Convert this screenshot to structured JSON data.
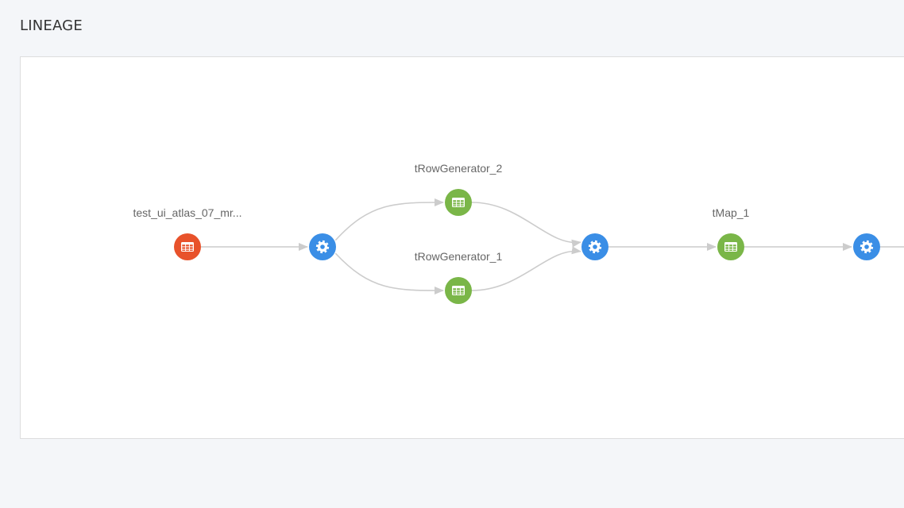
{
  "section": {
    "title": "LINEAGE"
  },
  "colors": {
    "edge": "#cccccc",
    "dataset_input": "#e8522b",
    "dataset": "#7ab648",
    "process": "#3a8ee6",
    "label": "#666666"
  },
  "lineage": {
    "nodes": [
      {
        "id": "test_ui_atlas",
        "type": "dataset_input",
        "icon": "table-icon",
        "label": "test_ui_atlas_07_mr..."
      },
      {
        "id": "proc1",
        "type": "process",
        "icon": "gear-icon",
        "label": ""
      },
      {
        "id": "tRowGenerator_2",
        "type": "dataset",
        "icon": "table-icon",
        "label": "tRowGenerator_2"
      },
      {
        "id": "tRowGenerator_1",
        "type": "dataset",
        "icon": "table-icon",
        "label": "tRowGenerator_1"
      },
      {
        "id": "proc2",
        "type": "process",
        "icon": "gear-icon",
        "label": ""
      },
      {
        "id": "tMap_1",
        "type": "dataset",
        "icon": "table-icon",
        "label": "tMap_1"
      },
      {
        "id": "proc3",
        "type": "process",
        "icon": "gear-icon",
        "label": ""
      }
    ],
    "edges": [
      {
        "from": "test_ui_atlas",
        "to": "proc1"
      },
      {
        "from": "proc1",
        "to": "tRowGenerator_2"
      },
      {
        "from": "proc1",
        "to": "tRowGenerator_1"
      },
      {
        "from": "tRowGenerator_2",
        "to": "proc2"
      },
      {
        "from": "tRowGenerator_1",
        "to": "proc2"
      },
      {
        "from": "proc2",
        "to": "tMap_1"
      },
      {
        "from": "tMap_1",
        "to": "proc3"
      },
      {
        "from": "proc3",
        "to": "out"
      }
    ]
  }
}
